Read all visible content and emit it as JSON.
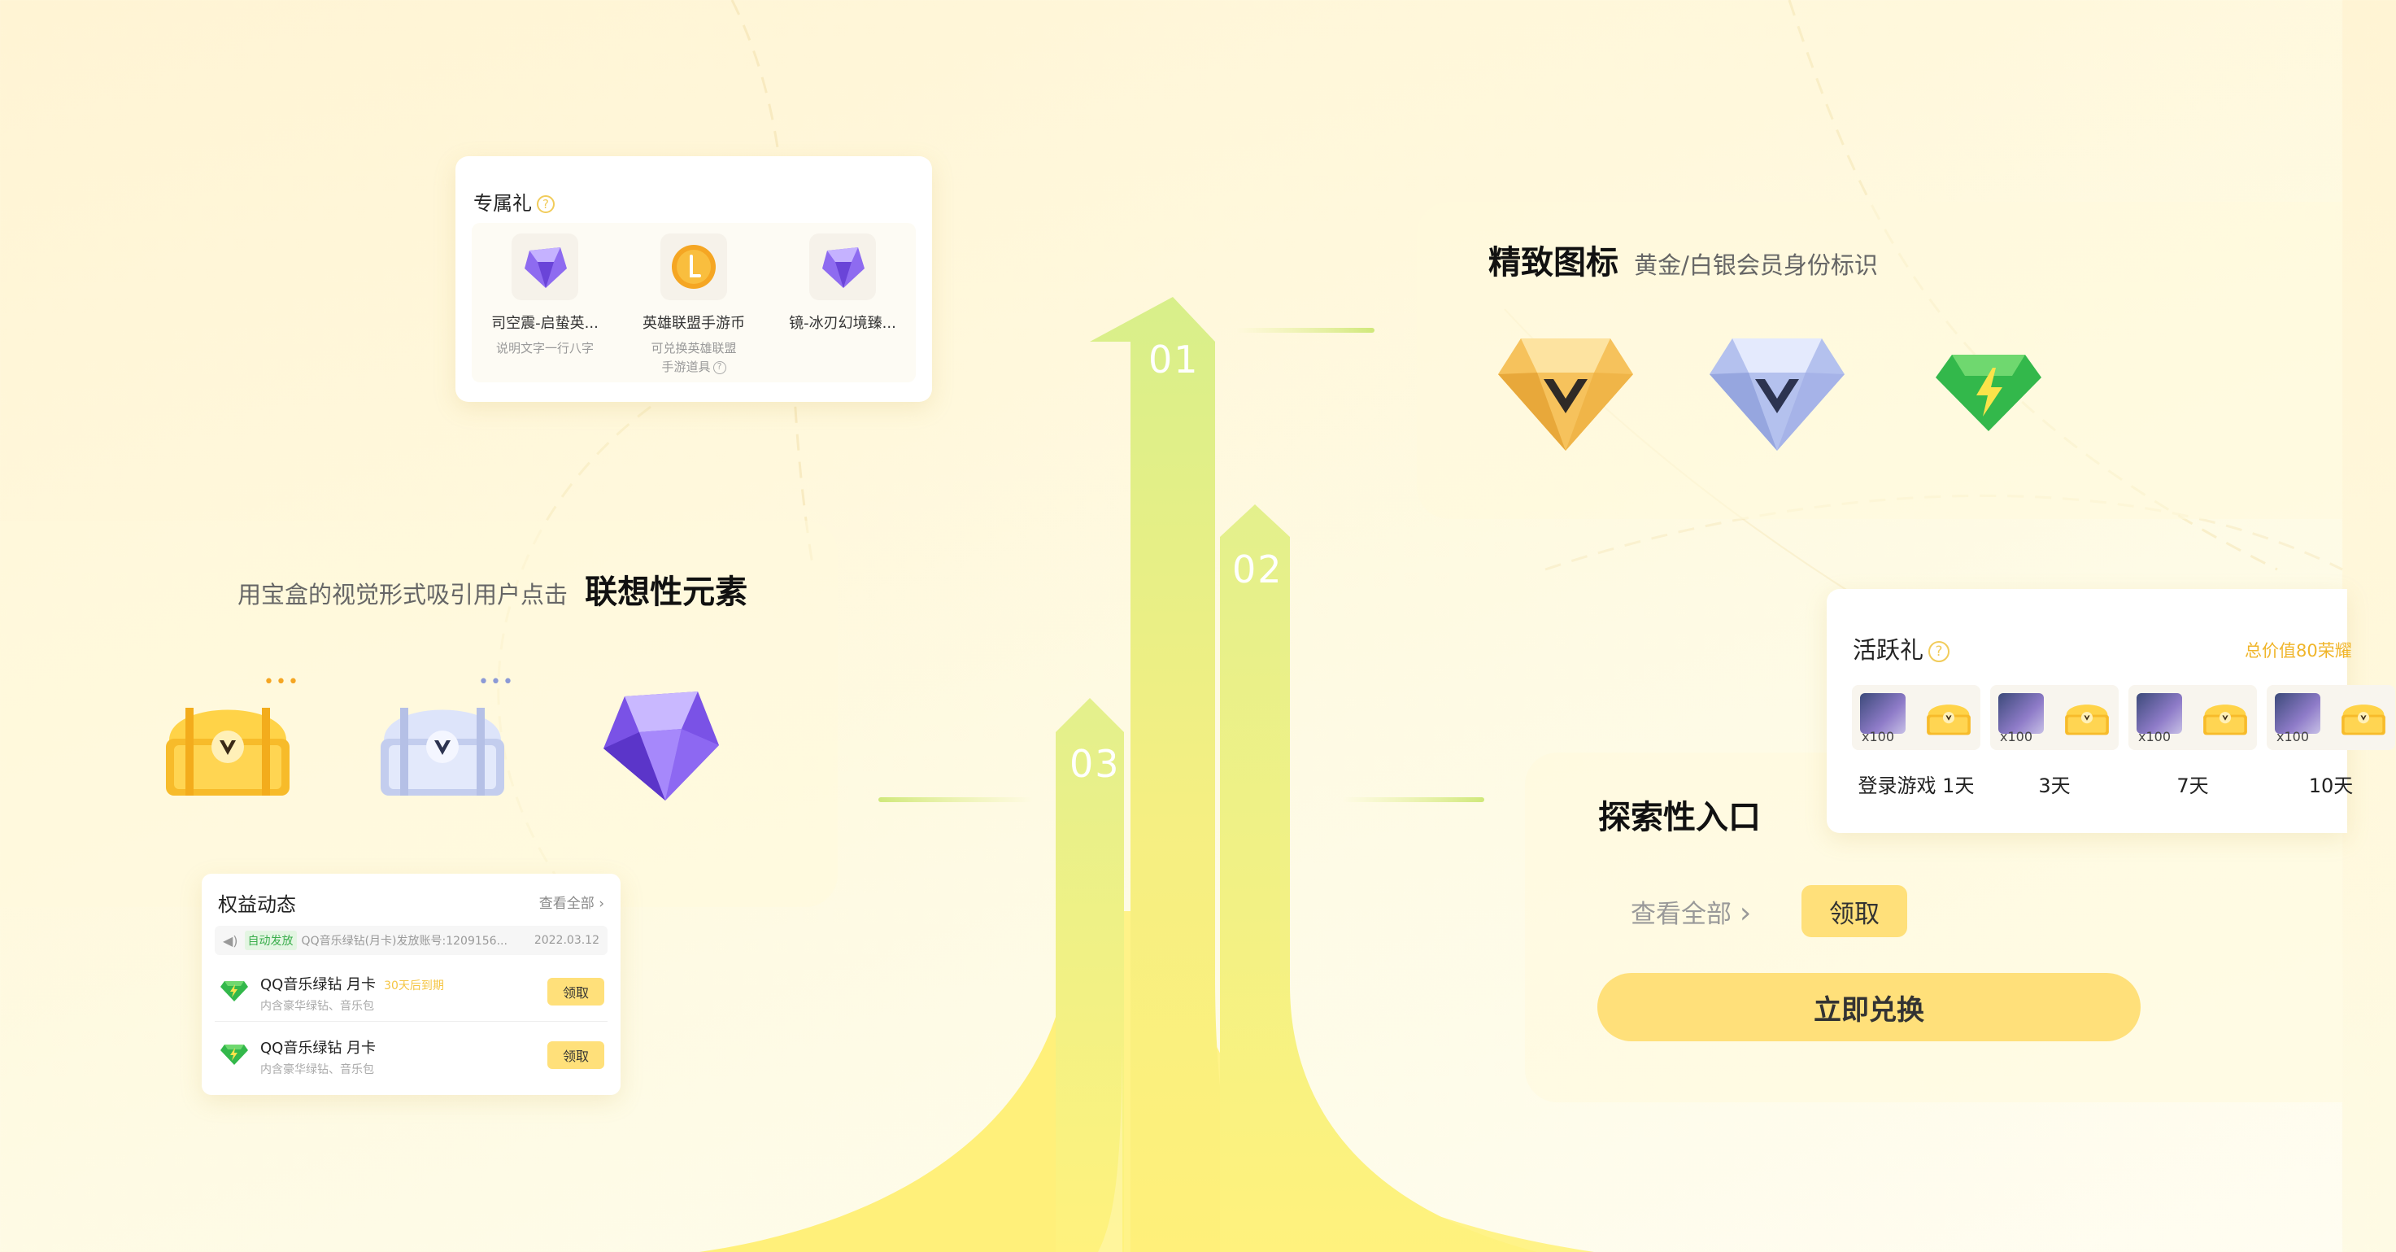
{
  "colors": {
    "accent": "#ffe07a",
    "green": "#2fb84a",
    "gold": "#f5b832",
    "text_gray": "#888888"
  },
  "steps": [
    "01",
    "02",
    "03"
  ],
  "exclusive_gift": {
    "title": "专属礼",
    "items": [
      {
        "name": "司空震-启蛰英...",
        "desc": "说明文字一行八字",
        "icon": "purple-gem-icon"
      },
      {
        "name": "英雄联盟手游币",
        "desc_line1": "可兑换英雄联盟",
        "desc_line2": "手游道具",
        "icon": "gold-coin-icon"
      },
      {
        "name": "镜-冰刃幻境臻...",
        "icon": "purple-gem-icon"
      }
    ]
  },
  "icons_section": {
    "title": "精致图标",
    "subtitle": "黄金/白银会员身份标识"
  },
  "association": {
    "subtitle": "用宝盒的视觉形式吸引用户点击",
    "title": "联想性元素",
    "dots": "•••"
  },
  "benefits": {
    "title": "权益动态",
    "view_all": "查看全部",
    "notice": {
      "tag": "自动发放",
      "text": "QQ音乐绿钻(月卡)发放账号:1209156...",
      "date": "2022.03.12"
    },
    "rows": [
      {
        "name": "QQ音乐绿钻 月卡",
        "expire": "30天后到期",
        "desc": "内含豪华绿钻、音乐包",
        "button": "领取"
      },
      {
        "name": "QQ音乐绿钻 月卡",
        "desc": "内含豪华绿钻、音乐包",
        "button": "领取"
      }
    ]
  },
  "active_gift": {
    "title": "活跃礼",
    "total": "总价值80荣耀",
    "days": [
      {
        "count": "x100",
        "label": "登录游戏 1天"
      },
      {
        "count": "x100",
        "label": "3天"
      },
      {
        "count": "x100",
        "label": "7天"
      },
      {
        "count": "x100",
        "label": "10天"
      }
    ]
  },
  "explore": {
    "title": "探索性入口",
    "view_all": "查看全部",
    "claim": "领取",
    "redeem": "立即兑换"
  }
}
